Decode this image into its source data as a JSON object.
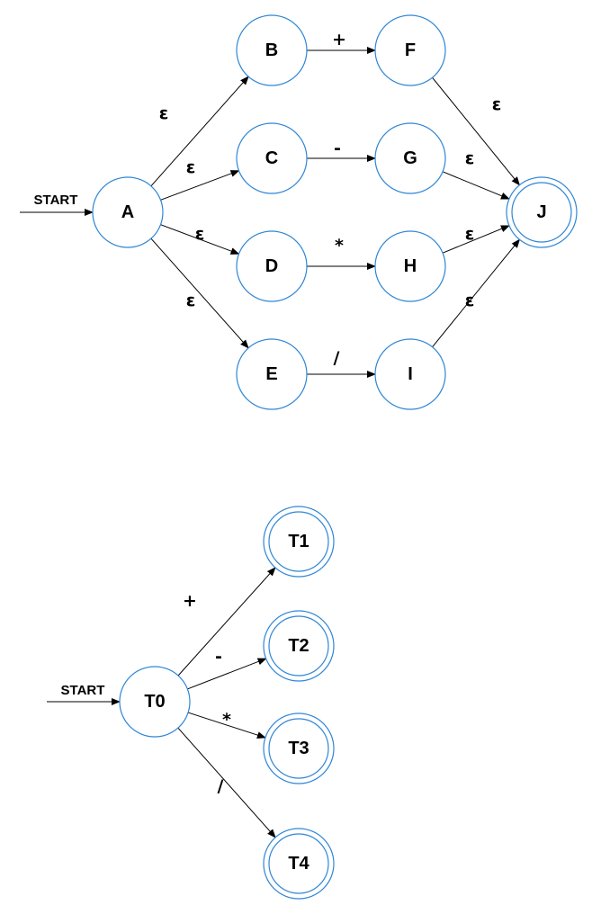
{
  "colors": {
    "node_stroke": "#2f86d6",
    "edge": "#000000",
    "text": "#000000",
    "background": "#ffffff"
  },
  "nfa": {
    "start_label": "START",
    "nodes": [
      {
        "id": "A",
        "label": "A",
        "accepting": false
      },
      {
        "id": "B",
        "label": "B",
        "accepting": false
      },
      {
        "id": "C",
        "label": "C",
        "accepting": false
      },
      {
        "id": "D",
        "label": "D",
        "accepting": false
      },
      {
        "id": "E",
        "label": "E",
        "accepting": false
      },
      {
        "id": "F",
        "label": "F",
        "accepting": false
      },
      {
        "id": "G",
        "label": "G",
        "accepting": false
      },
      {
        "id": "H",
        "label": "H",
        "accepting": false
      },
      {
        "id": "I",
        "label": "I",
        "accepting": false
      },
      {
        "id": "J",
        "label": "J",
        "accepting": true
      }
    ],
    "edges": [
      {
        "from": "A",
        "to": "B",
        "label": "ε"
      },
      {
        "from": "A",
        "to": "C",
        "label": "ε"
      },
      {
        "from": "A",
        "to": "D",
        "label": "ε"
      },
      {
        "from": "A",
        "to": "E",
        "label": "ε"
      },
      {
        "from": "B",
        "to": "F",
        "label": "+"
      },
      {
        "from": "C",
        "to": "G",
        "label": "-"
      },
      {
        "from": "D",
        "to": "H",
        "label": "*"
      },
      {
        "from": "E",
        "to": "I",
        "label": "/"
      },
      {
        "from": "F",
        "to": "J",
        "label": "ε"
      },
      {
        "from": "G",
        "to": "J",
        "label": "ε"
      },
      {
        "from": "H",
        "to": "J",
        "label": "ε"
      },
      {
        "from": "I",
        "to": "J",
        "label": "ε"
      }
    ]
  },
  "dfa": {
    "start_label": "START",
    "nodes": [
      {
        "id": "T0",
        "label": "T0",
        "accepting": false
      },
      {
        "id": "T1",
        "label": "T1",
        "accepting": true
      },
      {
        "id": "T2",
        "label": "T2",
        "accepting": true
      },
      {
        "id": "T3",
        "label": "T3",
        "accepting": true
      },
      {
        "id": "T4",
        "label": "T4",
        "accepting": true
      }
    ],
    "edges": [
      {
        "from": "T0",
        "to": "T1",
        "label": "+"
      },
      {
        "from": "T0",
        "to": "T2",
        "label": "-"
      },
      {
        "from": "T0",
        "to": "T3",
        "label": "*"
      },
      {
        "from": "T0",
        "to": "T4",
        "label": "/"
      }
    ]
  }
}
